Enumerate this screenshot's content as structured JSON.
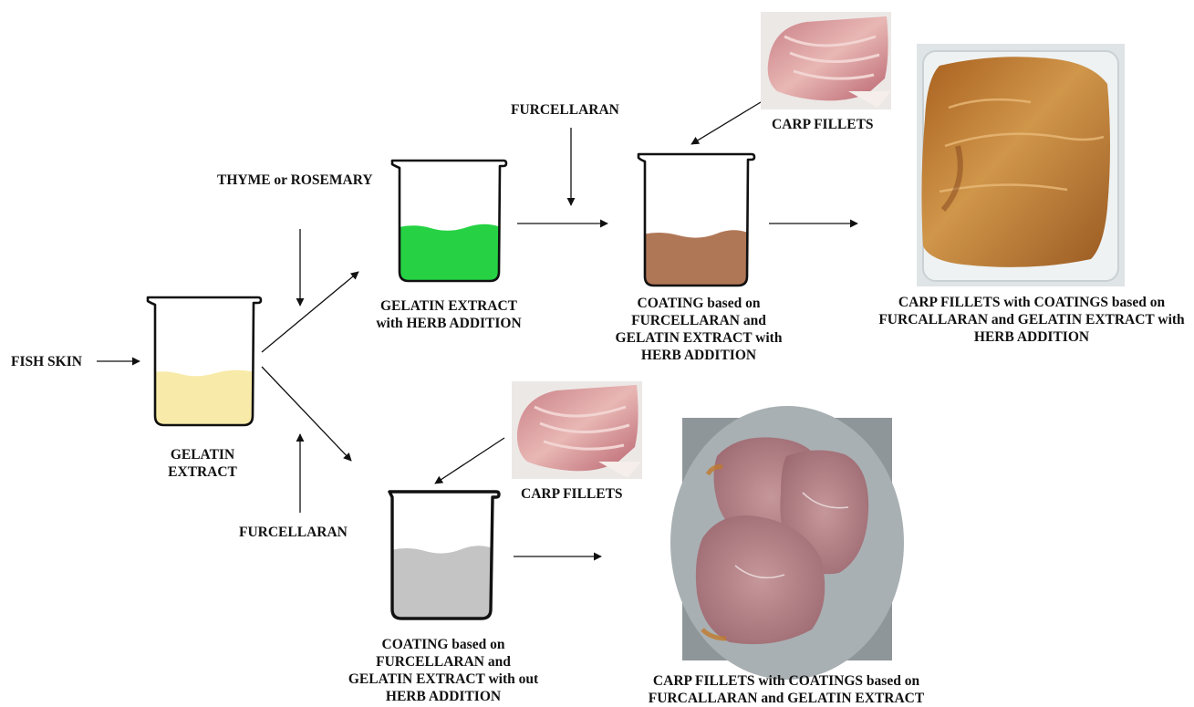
{
  "inputs": {
    "fish_skin": "FISH SKIN",
    "herb": "THYME or ROSEMARY",
    "furcellaran_top": "FURCELLARAN",
    "furcellaran_bottom": "FURCELLARAN",
    "carp_fillets_top": "CARP FILLETS",
    "carp_fillets_bottom": "CARP FILLETS"
  },
  "beakers": {
    "gelatin_extract": {
      "label": [
        "GELATIN",
        "EXTRACT"
      ],
      "liquid_color": "#f8eaa8"
    },
    "gelatin_herb": {
      "label": [
        "GELATIN EXTRACT",
        "with HERB ADDITION"
      ],
      "liquid_color": "#26d244"
    },
    "coating_herb": {
      "label": [
        "COATING based on",
        "FURCELLARAN and",
        "GELATIN EXTRACT with",
        "HERB ADDITION"
      ],
      "liquid_color": "#b07757"
    },
    "coating_plain": {
      "label": [
        "COATING based on",
        "FURCELLARAN and",
        "GELATIN EXTRACT with out",
        "HERB ADDITION"
      ],
      "liquid_color": "#c4c4c4"
    }
  },
  "products": {
    "coated_herb": [
      "CARP FILLETS with COATINGS based on",
      "FURCALLARAN and GELATIN EXTRACT with",
      "HERB ADDITION"
    ],
    "coated_plain": [
      "CARP FILLETS with COATINGS based on",
      "FURCALLARAN and GELATIN EXTRACT"
    ]
  },
  "colors": {
    "arrow": "#111111",
    "raw_fillet": "#d79a9c",
    "coated_fillet_herb": "#b8772e",
    "coated_fillet_plain": "#b78585"
  }
}
